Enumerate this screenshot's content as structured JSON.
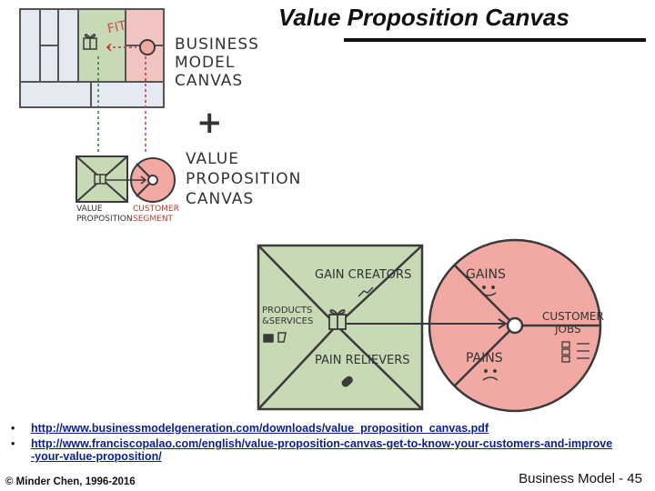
{
  "title": "Value Proposition Canvas",
  "sketch": {
    "fit_label": "FIT",
    "bmc_label": [
      "BUSINESS",
      "MODEL",
      "CANVAS"
    ],
    "plus": "+",
    "vpc_label": [
      "VALUE",
      "PROPOSITION",
      "CANVAS"
    ],
    "vp_label": [
      "VALUE",
      "PROPOSITION"
    ],
    "cs_label": [
      "CUSTOMER",
      "SEGMENT"
    ]
  },
  "canvas": {
    "gain_creators": "GAIN CREATORS",
    "products_services": [
      "PRODUCTS",
      "&SERVICES"
    ],
    "pain_relievers": "PAIN RELIEVERS",
    "gains": "GAINS",
    "customer_jobs": [
      "CUSTOMER",
      "JOBS"
    ],
    "pains": "PAINS"
  },
  "links": [
    "http://www.businessmodelgeneration.com/downloads/value_proposition_canvas.pdf",
    "http://www.franciscopalao.com/english/value-proposition-canvas-get-to-know-your-customers-and-improve-your-value-proposition/"
  ],
  "footer": {
    "copyright": "© Minder Chen, 1996-2016",
    "page": "Business Model - 45"
  },
  "colors": {
    "green": "#c8d9b5",
    "red": "#f2a9a4",
    "dark": "#3a3a3a"
  }
}
